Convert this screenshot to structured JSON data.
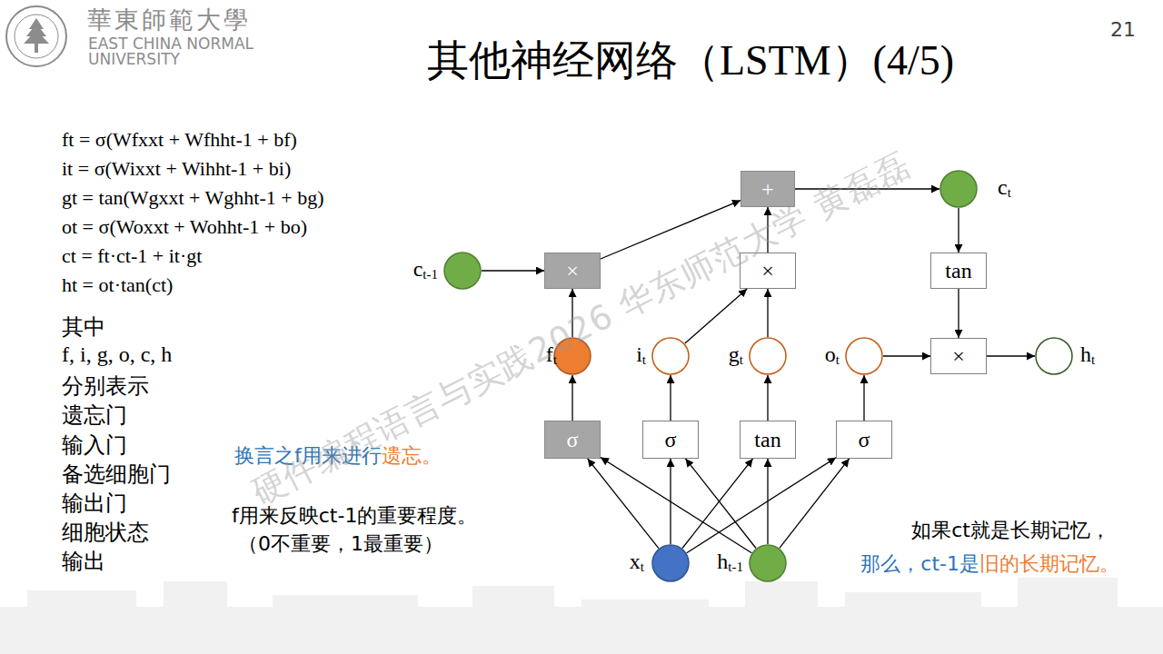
{
  "diagram": {
    "title": "其他神经网络（LSTM）(4/5)",
    "nodes": [
      {
        "text": [
          "+"
        ]
      },
      {
        "text": [
          "ct"
        ]
      },
      {
        "text": [
          "ct-1"
        ]
      },
      {
        "text": [
          "×"
        ]
      },
      {
        "text": [
          "×"
        ]
      },
      {
        "text": [
          "tan"
        ]
      },
      {
        "text": [
          "ft"
        ]
      },
      {
        "text": [
          "it"
        ]
      },
      {
        "text": [
          "gt"
        ]
      },
      {
        "text": [
          "ot"
        ]
      },
      {
        "text": [
          "×"
        ]
      },
      {
        "text": [
          "ht"
        ]
      },
      {
        "text": [
          "σ"
        ]
      },
      {
        "text": [
          "σ"
        ]
      },
      {
        "text": [
          "tan"
        ]
      },
      {
        "text": [
          "σ"
        ]
      },
      {
        "text": [
          "xt"
        ]
      },
      {
        "text": [
          "ht-1"
        ]
      }
    ],
    "edges": [
      {
        "from": 2,
        "to": 3,
        "arrow": "to"
      },
      {
        "from": 3,
        "to": 0,
        "arrow": "to"
      },
      {
        "from": 4,
        "to": 0,
        "arrow": "to"
      },
      {
        "from": 0,
        "to": 1,
        "arrow": "to"
      },
      {
        "from": 1,
        "to": 5,
        "arrow": "to"
      },
      {
        "from": 5,
        "to": 10,
        "arrow": "to"
      },
      {
        "from": 9,
        "to": 10,
        "arrow": "to"
      },
      {
        "from": 10,
        "to": 11,
        "arrow": "to"
      },
      {
        "from": 6,
        "to": 3,
        "arrow": "to"
      },
      {
        "from": 7,
        "to": 4,
        "arrow": "to"
      },
      {
        "from": 8,
        "to": 4,
        "arrow": "to"
      },
      {
        "from": 12,
        "to": 6,
        "arrow": "to"
      },
      {
        "from": 13,
        "to": 7,
        "arrow": "to"
      },
      {
        "from": 14,
        "to": 8,
        "arrow": "to"
      },
      {
        "from": 15,
        "to": 9,
        "arrow": "to"
      },
      {
        "from": 16,
        "to": 12,
        "arrow": "to"
      },
      {
        "from": 16,
        "to": 13,
        "arrow": "to"
      },
      {
        "from": 16,
        "to": 14,
        "arrow": "to"
      },
      {
        "from": 16,
        "to": 15,
        "arrow": "to"
      },
      {
        "from": 17,
        "to": 12,
        "arrow": "to"
      },
      {
        "from": 17,
        "to": 13,
        "arrow": "to"
      },
      {
        "from": 17,
        "to": 14,
        "arrow": "to"
      },
      {
        "from": 17,
        "to": 15,
        "arrow": "to"
      }
    ],
    "labels": [
      "21",
      "華東師範大學",
      "EAST CHINA NORMAL",
      "UNIVERSITY",
      "ft = σ(Wfxxt + Wfhht-1 + bf)",
      "it = σ(Wixxt + Wihht-1 + bi)",
      "gt = tan(Wgxxt + Wghht-1 + bg)",
      "ot = σ(Woxxt + Wohht-1 + bo)",
      "ct = ft·ct-1 + it·gt",
      "ht = ot·tan(ct)",
      "其中",
      "f, i, g, o, c, h",
      "分别表示",
      "遗忘门",
      "输入门",
      "备选细胞门",
      "输出门",
      "细胞状态",
      "输出",
      "换言之f用来进行",
      "遗忘。",
      "f用来反映ct-1的重要程度。",
      "（0不重要，1最重要）",
      "如果ct就是长期记忆，",
      "那么，ct-1是",
      "旧的长期记忆。",
      "硬件编程语言与实践2026 华东师范大学 黄磊磊"
    ]
  }
}
